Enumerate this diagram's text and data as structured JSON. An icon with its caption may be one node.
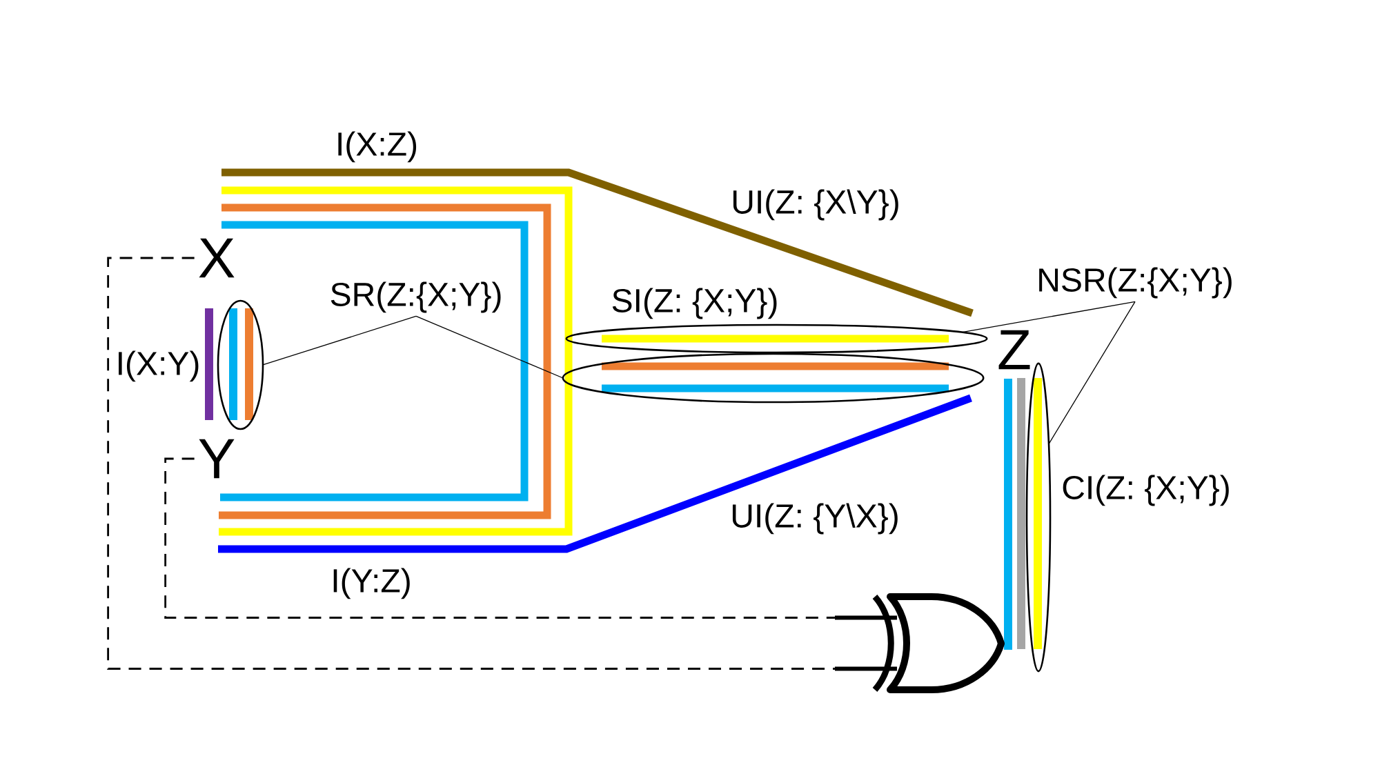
{
  "diagram": {
    "nodes": [
      {
        "text": [
          "X"
        ]
      },
      {
        "text": [
          "NSR(Z:{X;Y})"
        ]
      },
      {
        "text": [
          "SR(Z:{X;Y})"
        ]
      },
      {
        "text": [],
        "shape": "ellipse"
      },
      {
        "text": [
          "Z"
        ]
      },
      {
        "text": [],
        "shape": "ellipse"
      },
      {
        "text": [],
        "shape": "ellipse"
      },
      {
        "text": [
          "Y"
        ]
      },
      {
        "text": [],
        "shape": "ellipse"
      },
      {
        "text": [],
        "shape": "picture"
      }
    ],
    "edges": [
      {
        "from": 0,
        "to": 9,
        "arrow": "none",
        "style": "dashed"
      },
      {
        "from": 7,
        "to": 9,
        "arrow": "none",
        "style": "dashed"
      },
      {
        "from": 2,
        "to": 5,
        "arrow": "none"
      },
      {
        "from": 2,
        "to": 6,
        "arrow": "none"
      },
      {
        "from": 1,
        "to": 3,
        "arrow": "none"
      },
      {
        "from": 1,
        "to": 8,
        "arrow": "none"
      }
    ],
    "labels": [
      "I(X:Z)",
      "UI(Z: {X\\Y})",
      "SI(Z: {X;Y})",
      "I(X:Y)",
      "CI(Z: {X;Y})",
      "UI(Z: {Y\\X})",
      "I(Y:Z)"
    ]
  }
}
